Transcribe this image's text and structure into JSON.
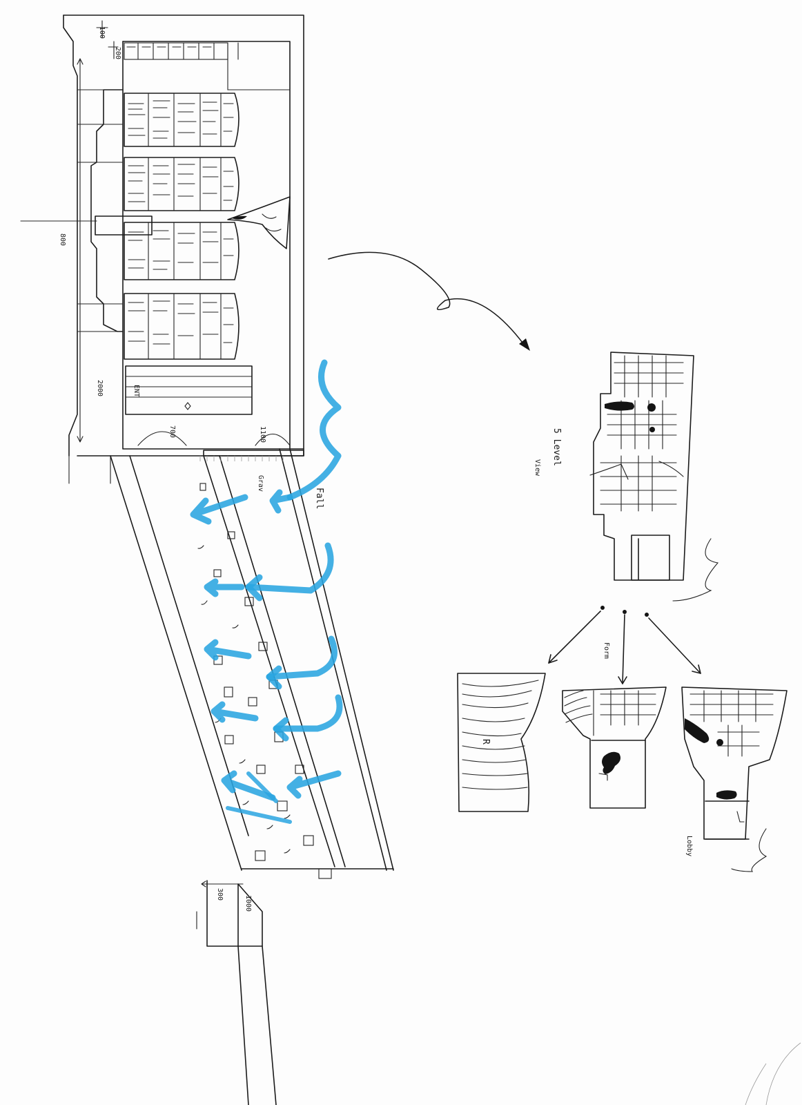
{
  "sketch": {
    "labels": {
      "dim_top": "100",
      "dim_top_small": "200",
      "dim_left": "800",
      "dim_mid": "2000",
      "ent_label": "ENT",
      "dim_door_a": "700",
      "dim_door_b": "1100",
      "arrow_note": "Grav",
      "fall_label": "Fall",
      "dim_step_a": "300",
      "dim_step_b": "1000",
      "views_title": "5 Level",
      "views_sub": "View",
      "form_label": "Form",
      "bottom_note": "Lobby"
    },
    "colors": {
      "ink": "#1b1b1b",
      "marker": "#2aa5e0",
      "paper": "#fdfdfd"
    }
  }
}
